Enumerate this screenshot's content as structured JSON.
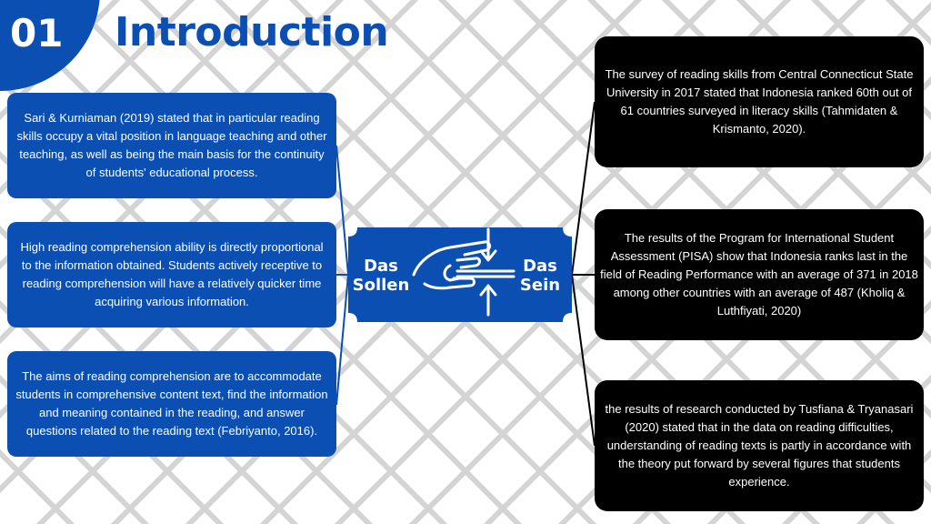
{
  "header": {
    "number": "01",
    "title": "Introduction"
  },
  "left_boxes": [
    {
      "text": "Sari & Kurniaman (2019) stated that in particular reading skills occupy a vital position in language teaching and other teaching, as well as being the main basis for the continuity of students' educational process."
    },
    {
      "text": "High reading comprehension ability is directly proportional to the information obtained. Students actively receptive to reading comprehension will have a relatively quicker time acquiring various information."
    },
    {
      "text": "The aims of reading comprehension are to accommodate students in comprehensive content text, find the information and meaning contained in the reading, and answer questions related to the reading text (Febriyanto, 2016)."
    }
  ],
  "center": {
    "left_label": "Das Sollen",
    "right_label": "Das Sein"
  },
  "right_boxes": [
    {
      "text": "The survey of reading skills from Central Connecticut State University in 2017 stated that Indonesia ranked 60th out of 61 countries surveyed in literacy skills (Tahmidaten & Krismanto, 2020)."
    },
    {
      "text": "The results of the Program for International Student Assessment (PISA) show that Indonesia ranks last in the field of Reading Performance with an average of 371 in 2018 among other countries with an average of 487 (Kholiq & Luthfiyati, 2020)"
    },
    {
      "text": "the results of research conducted by Tusfiana & Tryanasari (2020) stated that in the data on reading difficulties, understanding of reading texts is partly in accordance with the theory put forward by several figures that students experience."
    }
  ],
  "colors": {
    "primary_blue": "#0b4fb3",
    "dark_box": "#000000"
  }
}
